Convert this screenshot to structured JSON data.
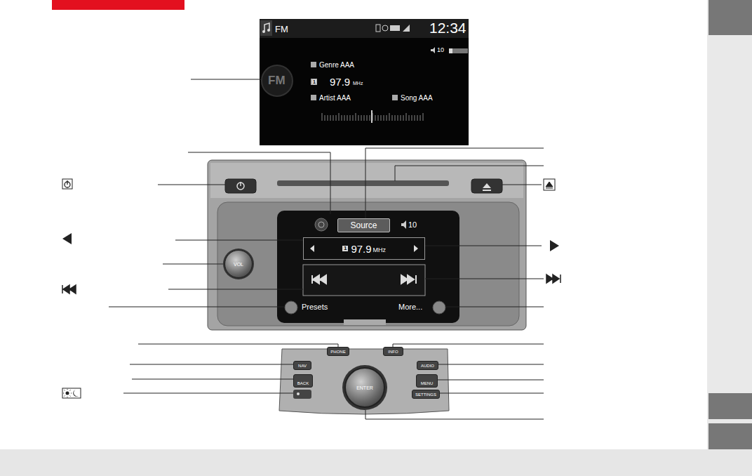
{
  "diagram": {
    "nodes": [
      {
        "text": [
          "Source"
        ]
      },
      {
        "text": [
          "1",
          "97.9",
          "MHz"
        ]
      },
      {
        "text": [
          "VOL"
        ]
      },
      {
        "text": [
          "NAV"
        ]
      },
      {
        "text": [
          "PHONE"
        ]
      },
      {
        "text": [
          "INFO"
        ]
      },
      {
        "text": [
          "AUDIO"
        ]
      },
      {
        "text": [
          "BACK"
        ]
      },
      {
        "text": [
          "MENU"
        ]
      },
      {
        "text": [
          "SETTINGS"
        ]
      },
      {
        "text": [
          "ENTER"
        ]
      }
    ],
    "labels": [
      "FM",
      "12:34",
      "10",
      "FM",
      "Genre AAA",
      "1",
      "97.9",
      "MHz",
      "Artist AAA",
      "Song AAA",
      "10",
      "Presets",
      "More..."
    ]
  }
}
